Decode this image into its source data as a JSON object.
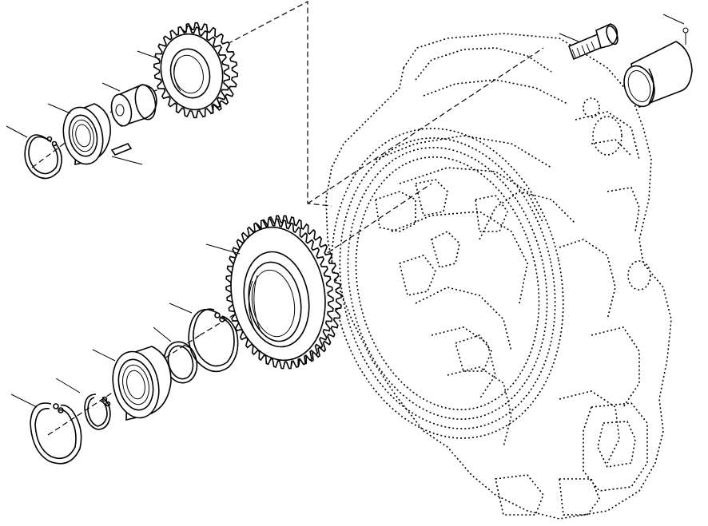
{
  "diagram": {
    "type": "exploded-parts-view",
    "callout_color": "#000000",
    "background_color": "#ffffff",
    "parts": [
      {
        "id": "small-gear",
        "icon": "spur-gear-icon"
      },
      {
        "id": "bushing",
        "icon": "bushing-icon"
      },
      {
        "id": "upper-bearing",
        "icon": "ball-bearing-icon"
      },
      {
        "id": "upper-snap-ring",
        "icon": "snap-ring-icon"
      },
      {
        "id": "dowel-pin",
        "icon": "pin-icon"
      },
      {
        "id": "large-gear",
        "icon": "spur-gear-icon"
      },
      {
        "id": "large-gear-snap-ring",
        "icon": "snap-ring-icon"
      },
      {
        "id": "inner-snap-ring",
        "icon": "snap-ring-icon"
      },
      {
        "id": "lower-bearing",
        "icon": "ball-bearing-icon"
      },
      {
        "id": "lower-small-snap-ring",
        "icon": "snap-ring-icon"
      },
      {
        "id": "lower-outer-snap-ring",
        "icon": "snap-ring-icon"
      },
      {
        "id": "bolt",
        "icon": "bolt-icon"
      },
      {
        "id": "cylinder-plug",
        "icon": "plug-icon"
      },
      {
        "id": "housing",
        "icon": "gear-housing-icon"
      }
    ]
  }
}
